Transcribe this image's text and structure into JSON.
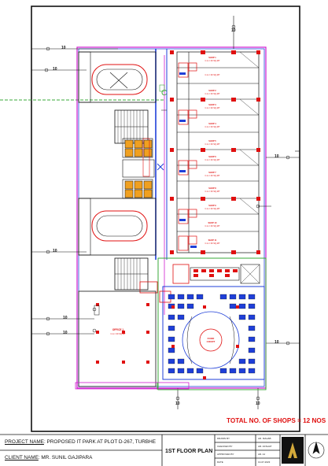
{
  "summary": {
    "total_shops_text": "TOTAL NO. OF SHOPS =  12 NOS"
  },
  "title_block": {
    "project_label": "PROJECT NAME",
    "project_value": ": PROPOSED IT PARK AT PLOT D-267, TURBHE",
    "client_label": "CLIENT NAME",
    "client_value": ": MR. SUNIL GAJIPARA",
    "drawing_title": "1ST FLOOR PLAN",
    "drawn_by_label": "DRAWN BY",
    "drawn_by_value": "AR. MAHAB",
    "checked_by_label": "CHECKED BY",
    "checked_by_value": "AR. AKSHAT",
    "approved_by_label": "APPROVED BY",
    "approved_by_value": "AR. AJ",
    "date_label": "DATE",
    "date_value": "13-07-2023"
  },
  "grid_marks": {
    "left_a": "10",
    "left_b": "10",
    "left_c": "10",
    "left_d": "10",
    "left_e": "10",
    "right_a": "10",
    "right_b": "10",
    "top": "10",
    "bottom_a": "10",
    "bottom_b": "10"
  },
  "colors": {
    "red": "#e01010",
    "blue": "#1f3fd8",
    "magenta": "#d01ad0",
    "green": "#3aa83a",
    "orange": "#f0a020",
    "black": "#111111"
  }
}
